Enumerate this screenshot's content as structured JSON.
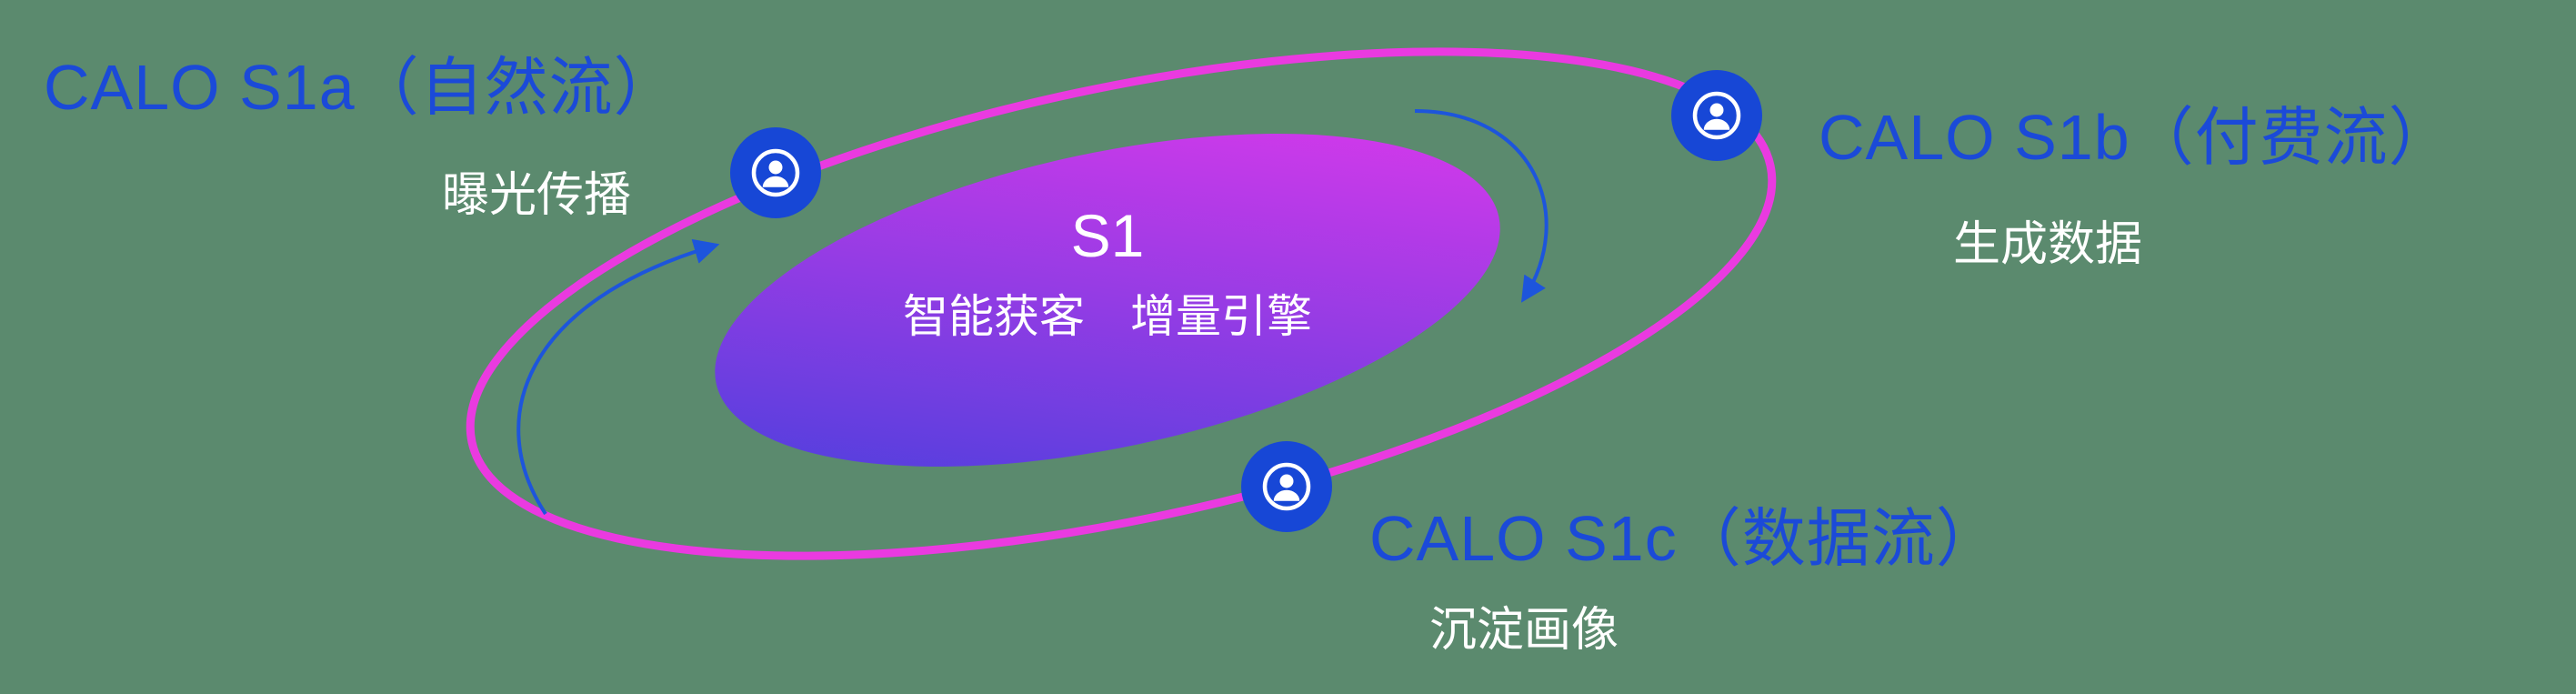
{
  "diagram": {
    "center": {
      "title": "S1",
      "subtitle": "智能获客　增量引擎"
    },
    "nodes": [
      {
        "id": "s1a",
        "label": "CALO S1a（自然流）",
        "sublabel": "曝光传播",
        "icon": "person-icon"
      },
      {
        "id": "s1b",
        "label": "CALO S1b（付费流）",
        "sublabel": "生成数据",
        "icon": "person-icon"
      },
      {
        "id": "s1c",
        "label": "CALO S1c（数据流）",
        "sublabel": "沉淀画像",
        "icon": "person-icon"
      }
    ]
  },
  "colors": {
    "background": "#5b8a6e",
    "accent_blue": "#1b4ad8",
    "node_blue": "#1747d6",
    "orbit_pink": "#ea3ae0",
    "arrow_blue": "#1d55dc",
    "gradient_from": "#4340dc",
    "gradient_to": "#e438ec",
    "text_white": "#ffffff"
  }
}
